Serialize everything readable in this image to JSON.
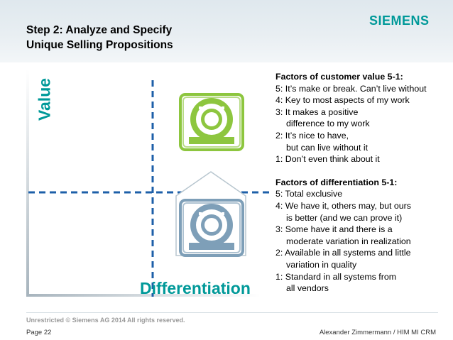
{
  "slide": {
    "title_line1": "Step 2: Analyze and Specify",
    "title_line2": "Unique Selling Propositions",
    "logo": "SIEMENS",
    "axis_value_label": "Value",
    "axis_diff_label": "Differentiation",
    "icons": [
      "scanner-icon-high-value",
      "scanner-icon-low-value",
      "pentagon-badge-outline"
    ],
    "colors": {
      "accent": "#009999",
      "green": "#8dc63f",
      "blue_gray": "#7e9fb8",
      "axis_dash": "#1d5fa8"
    }
  },
  "factors": {
    "customer_heading": "Factors of customer value 5-1:",
    "customer": [
      {
        "text": "5: It’s make or break. Can’t live without",
        "indent": false
      },
      {
        "text": "4: Key to most aspects of my work",
        "indent": false
      },
      {
        "text": "3: It makes a positive",
        "indent": false
      },
      {
        "text": "difference to my work",
        "indent": true
      },
      {
        "text": "2: It’s nice to have,",
        "indent": false
      },
      {
        "text": "but can live without it",
        "indent": true
      },
      {
        "text": "1: Don’t even think about it",
        "indent": false
      }
    ],
    "diff_heading": "Factors of differentiation 5-1:",
    "differentiation": [
      {
        "text": "5: Total exclusive",
        "indent": false
      },
      {
        "text": "4: We have it, others may, but ours",
        "indent": false
      },
      {
        "text": "is better (and we can prove it)",
        "indent": true
      },
      {
        "text": "3: Some have it and there is a",
        "indent": false
      },
      {
        "text": "moderate variation in realization",
        "indent": true
      },
      {
        "text": "2: Available in all systems and little",
        "indent": false
      },
      {
        "text": "variation in quality",
        "indent": true
      },
      {
        "text": "1: Standard in all systems from",
        "indent": false
      },
      {
        "text": "all vendors",
        "indent": true
      }
    ]
  },
  "footer": {
    "classification": "Unrestricted © Siemens AG 2014 All rights reserved.",
    "page": "Page 22",
    "author": "Alexander Zimmermann / HIM MI CRM"
  }
}
